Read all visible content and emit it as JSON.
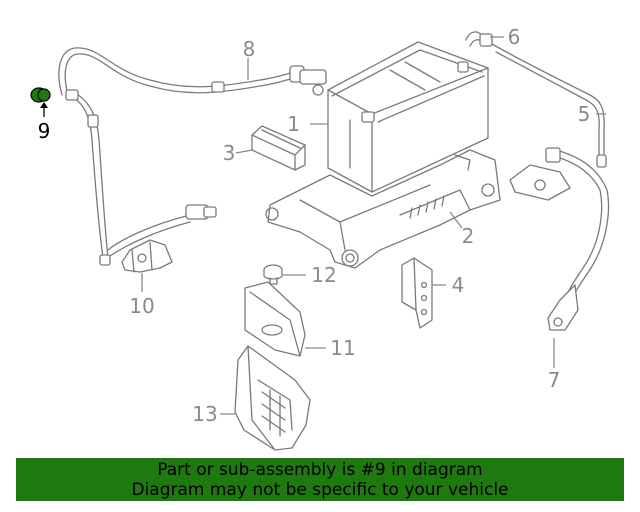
{
  "callouts": {
    "c1": "1",
    "c2": "2",
    "c3": "3",
    "c4": "4",
    "c5": "5",
    "c6": "6",
    "c7": "7",
    "c8": "8",
    "c9": "9",
    "c10": "10",
    "c11": "11",
    "c12": "12",
    "c13": "13"
  },
  "highlight_part": "9",
  "colors": {
    "highlight_part_fill": "#1e7a0e",
    "banner_background": "#1e7a0e",
    "line_art": "#7a7a7a",
    "callout_text": "#8a8a8a"
  },
  "banner": {
    "line1": "Part or sub-assembly is #9 in diagram",
    "line2": "Diagram may not be specific to your vehicle"
  }
}
